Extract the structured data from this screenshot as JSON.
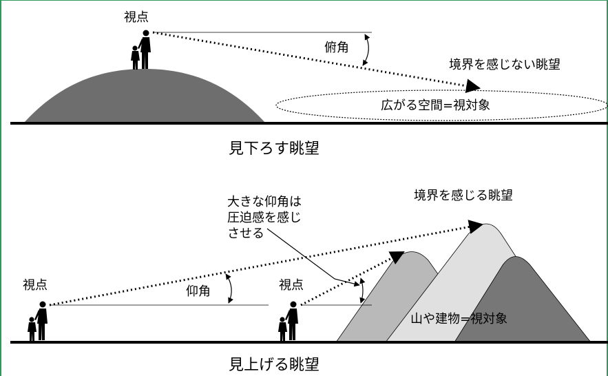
{
  "top": {
    "viewpoint_label": "視点",
    "depression_angle_label": "俯角",
    "borderless_view_label": "境界を感じない眺望",
    "object_label": "広がる空間=視対象",
    "caption": "見下ろす眺望"
  },
  "bottom": {
    "viewpoint_label_left": "視点",
    "viewpoint_label_right": "視点",
    "elevation_angle_label": "仰角",
    "pressure_note_line1": "大きな仰角は",
    "pressure_note_line2": "圧迫感を感じ",
    "pressure_note_line3": "させる",
    "bounded_view_label": "境界を感じる眺望",
    "object_label": "山や建物=視対象",
    "caption": "見上げる眺望"
  },
  "colors": {
    "border": "#2e9a5a",
    "hill": "#6e6e6e",
    "mountain_light": "#b9b9b9",
    "mountain_lighter": "#e0e0e0",
    "mountain_dark": "#777777",
    "ground": "#000000"
  }
}
